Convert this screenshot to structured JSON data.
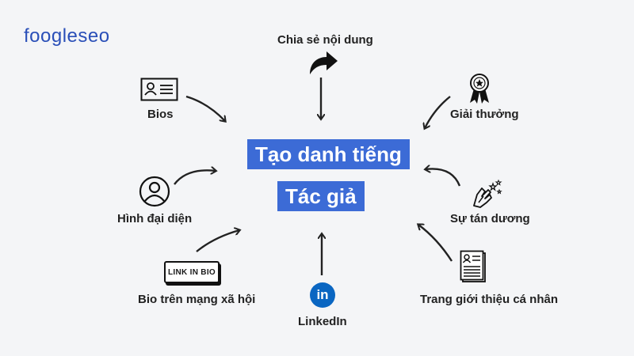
{
  "brand": {
    "logo_text": "foogleseo"
  },
  "center": {
    "line1": "Tạo danh tiếng",
    "line2": "Tác giả"
  },
  "nodes": {
    "chia_se": "Chia sẻ nội dung",
    "bios": "Bios",
    "giai_thuong": "Giải thưởng",
    "hinh_dai_dien": "Hình đại diện",
    "su_tan_duong": "Sự tán dương",
    "bio_mxh": "Bio trên mạng xã hội",
    "linkedin": "LinkedIn",
    "trang_gioi_thieu": "Trang giới thiệu cá nhân"
  },
  "icons": {
    "link_in_bio_text": "LINK IN BIO",
    "linkedin_glyph": "in"
  },
  "colors": {
    "accent": "#3c6bd6",
    "linkedin": "#0a66c2",
    "background": "#f4f5f7"
  }
}
